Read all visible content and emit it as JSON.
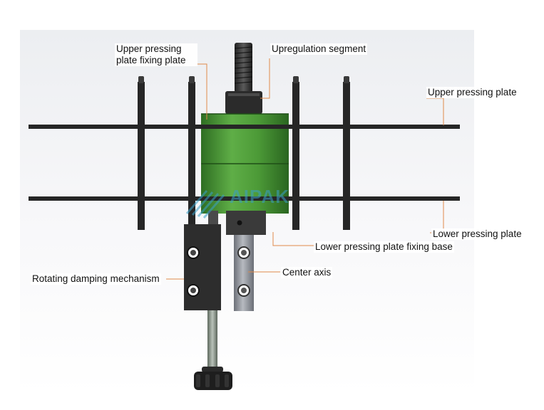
{
  "callouts": {
    "upper_fixing_plate": "Upper pressing plate fixing plate",
    "upregulation_segment": "Upregulation segment",
    "upper_pressing_plate": "Upper pressing plate",
    "lower_pressing_plate": "Lower pressing plate",
    "lower_fixing_base": "Lower pressing plate fixing base",
    "center_axis": "Center axis",
    "rotating_damping": "Rotating damping mechanism"
  },
  "watermark": {
    "text": "AIPAK"
  },
  "colors": {
    "background": "#f3f4f6",
    "frame": "#2b2b2b",
    "cylinder": "#3d8a2e",
    "leader": "#e08a4a",
    "axis": "#8a8e96"
  }
}
